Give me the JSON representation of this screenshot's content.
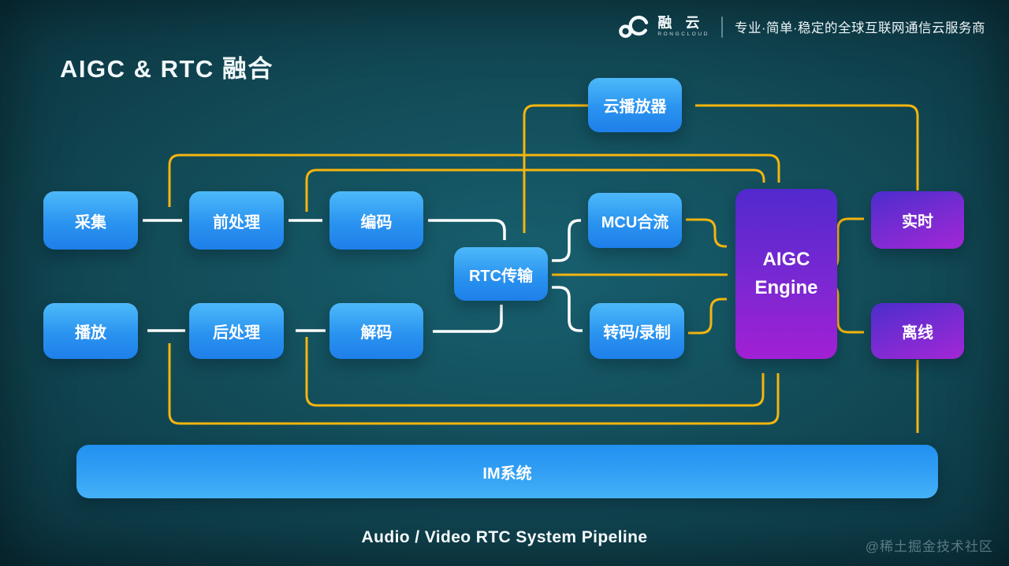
{
  "brand": {
    "name": "融 云",
    "subname": "RONGCLOUD",
    "tagline": "专业·简单·稳定的全球互联网通信云服务商"
  },
  "title": "AIGC & RTC 融合",
  "caption": "Audio / Video RTC System Pipeline",
  "watermark": "@稀土掘金技术社区",
  "colors": {
    "arrow_yellow": "#f5b50e",
    "arrow_white": "#ffffff",
    "node_blue_top": "#4db9f9",
    "node_blue_bottom": "#1e7fe9",
    "node_purple_top": "#4c2dcc",
    "node_purple_bottom": "#a426d6",
    "background_teal": "#124b57"
  },
  "diagram": {
    "nodes": {
      "cloud_player": {
        "label": "云播放器"
      },
      "capture": {
        "label": "采集"
      },
      "pre_process": {
        "label": "前处理"
      },
      "encode": {
        "label": "编码"
      },
      "rtc": {
        "label": "RTC传输"
      },
      "mcu": {
        "label": "MCU合流"
      },
      "transcode": {
        "label": "转码/录制"
      },
      "aigc_engine": {
        "label": "AIGC Engine"
      },
      "realtime": {
        "label": "实时"
      },
      "offline": {
        "label": "离线"
      },
      "play": {
        "label": "播放"
      },
      "post_process": {
        "label": "后处理"
      },
      "decode": {
        "label": "解码"
      },
      "im": {
        "label": "IM系统"
      }
    },
    "edges": [
      {
        "from": "capture",
        "to": "pre_process",
        "color": "white"
      },
      {
        "from": "pre_process",
        "to": "encode",
        "color": "white"
      },
      {
        "from": "encode",
        "to": "rtc",
        "color": "white"
      },
      {
        "from": "rtc",
        "to": "mcu",
        "color": "white"
      },
      {
        "from": "rtc",
        "to": "transcode",
        "color": "white"
      },
      {
        "from": "rtc",
        "to": "decode",
        "color": "white"
      },
      {
        "from": "decode",
        "to": "post_process",
        "color": "white"
      },
      {
        "from": "post_process",
        "to": "play",
        "color": "white"
      },
      {
        "from": "realtime",
        "to": "cloud_player",
        "color": "yellow"
      },
      {
        "from": "cloud_player",
        "to": "rtc",
        "color": "yellow"
      },
      {
        "from": "tap:capture-pre_process",
        "to": "aigc_engine",
        "color": "yellow"
      },
      {
        "from": "tap:pre_process-encode",
        "to": "aigc_engine",
        "color": "yellow"
      },
      {
        "from": "rtc",
        "to": "aigc_engine",
        "color": "yellow"
      },
      {
        "from": "mcu",
        "to": "aigc_engine",
        "color": "yellow"
      },
      {
        "from": "transcode",
        "to": "aigc_engine",
        "color": "yellow"
      },
      {
        "from": "aigc_engine",
        "to": "realtime",
        "color": "yellow"
      },
      {
        "from": "aigc_engine",
        "to": "offline",
        "color": "yellow"
      },
      {
        "from": "offline",
        "to": "im",
        "color": "yellow"
      },
      {
        "from": "tap:post_process-play",
        "to": "aigc_engine",
        "color": "yellow"
      },
      {
        "from": "tap:decode-post_process",
        "to": "aigc_engine",
        "color": "yellow"
      }
    ]
  }
}
